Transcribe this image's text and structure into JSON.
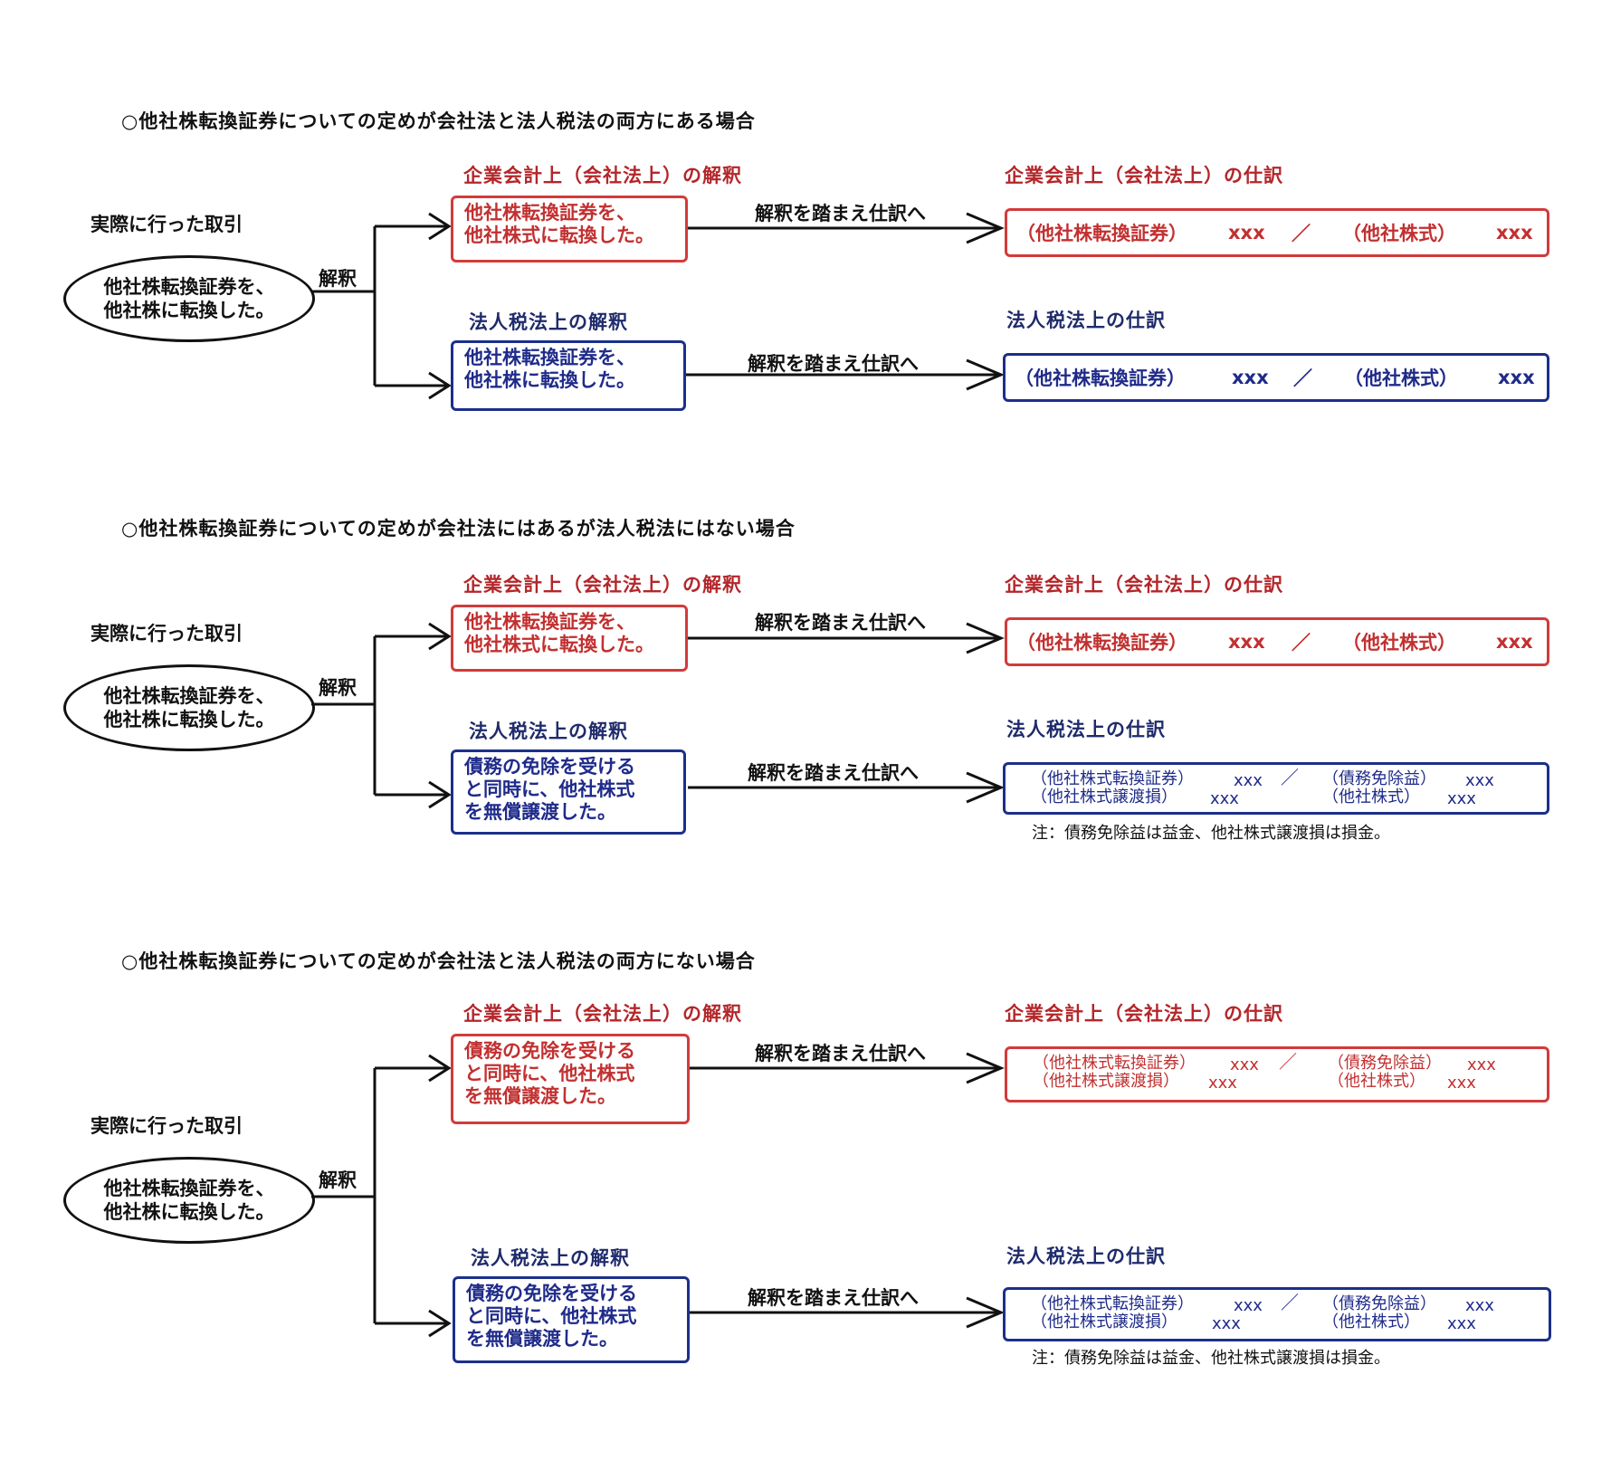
{
  "common": {
    "actual_label": "実際に行った取引",
    "actual_text": "他社株転換証券を、\n他社株に転換した。",
    "interpret_label": "解釈",
    "to_journal": "解釈を踏まえ仕訳へ",
    "corp_interp_header": "企業会計上（会社法上）の解釈",
    "corp_journal_header": "企業会計上（会社法上）の仕訳",
    "tax_interp_header": "法人税法上の解釈",
    "tax_journal_header": "法人税法上の仕訳",
    "note": "注：債務免除益は益金、他社株式譲渡損は損金。",
    "slash": "／",
    "xxx": "xxx"
  },
  "sections": [
    {
      "title": "○他社株転換証券についての定めが会社法と法人税法の両方にある場合",
      "corp_interp": "他社株転換証券を、\n他社株式に転換した。",
      "corp_journal": {
        "debit": "（他社株転換証券）",
        "credit": "（他社株式）"
      },
      "tax_interp": "他社株転換証券を、\n他社株に転換した。",
      "tax_journal": {
        "debit": "（他社株転換証券）",
        "credit": "（他社株式）"
      }
    },
    {
      "title": "○他社株転換証券についての定めが会社法にはあるが法人税法にはない場合",
      "corp_interp": "他社株転換証券を、\n他社株式に転換した。",
      "corp_journal": {
        "debit": "（他社株転換証券）",
        "credit": "（他社株式）"
      },
      "tax_interp": "債務の免除を受ける\nと同時に、他社株式\nを無償譲渡した。",
      "tax_journal": {
        "debit1": "（他社株式転換証券）",
        "debit2": "（他社株式譲渡損）",
        "credit1": "（債務免除益）",
        "credit2": "（他社株式）"
      }
    },
    {
      "title": "○他社株転換証券についての定めが会社法と法人税法の両方にない場合",
      "corp_interp": "債務の免除を受ける\nと同時に、他社株式\nを無償譲渡した。",
      "corp_journal": {
        "debit1": "（他社株式転換証券）",
        "debit2": "（他社株式譲渡損）",
        "credit1": "（債務免除益）",
        "credit2": "（他社株式）"
      },
      "tax_interp": "債務の免除を受ける\nと同時に、他社株式\nを無償譲渡した。",
      "tax_journal": {
        "debit1": "（他社株式転換証券）",
        "debit2": "（他社株式譲渡損）",
        "credit1": "（債務免除益）",
        "credit2": "（他社株式）"
      }
    }
  ]
}
